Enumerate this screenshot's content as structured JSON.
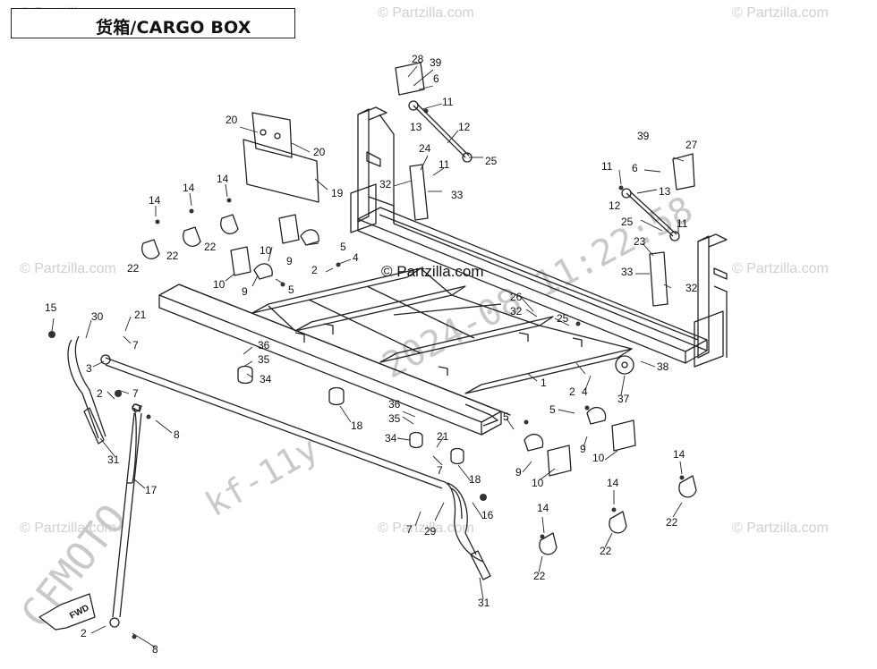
{
  "title": "货箱/CARGO BOX",
  "watermarks": {
    "site": "© Partzilla.com",
    "center": "© Partzilla.com",
    "brand": "CFMOTO",
    "code": "kf-11y",
    "timestamp": "2024-08 11:22:58"
  },
  "fwd_label": "FWD",
  "callouts": [
    {
      "id": "c1",
      "label": "28"
    },
    {
      "id": "c2",
      "label": "39"
    },
    {
      "id": "c3",
      "label": "6"
    },
    {
      "id": "c4",
      "label": "11"
    },
    {
      "id": "c5",
      "label": "13"
    },
    {
      "id": "c6",
      "label": "12"
    },
    {
      "id": "c7",
      "label": "24"
    },
    {
      "id": "c8",
      "label": "11"
    },
    {
      "id": "c9",
      "label": "25"
    },
    {
      "id": "c10",
      "label": "32"
    },
    {
      "id": "c11",
      "label": "33"
    },
    {
      "id": "c12",
      "label": "20"
    },
    {
      "id": "c13",
      "label": "20"
    },
    {
      "id": "c14",
      "label": "19"
    },
    {
      "id": "c15",
      "label": "14"
    },
    {
      "id": "c16",
      "label": "14"
    },
    {
      "id": "c17",
      "label": "14"
    },
    {
      "id": "c18",
      "label": "22"
    },
    {
      "id": "c19",
      "label": "22"
    },
    {
      "id": "c20",
      "label": "22"
    },
    {
      "id": "c21",
      "label": "10"
    },
    {
      "id": "c22",
      "label": "9"
    },
    {
      "id": "c23",
      "label": "5"
    },
    {
      "id": "c24",
      "label": "4"
    },
    {
      "id": "c25",
      "label": "2"
    },
    {
      "id": "c26",
      "label": "10"
    },
    {
      "id": "c27",
      "label": "9"
    },
    {
      "id": "c28",
      "label": "5"
    },
    {
      "id": "c29",
      "label": "39"
    },
    {
      "id": "c30",
      "label": "11"
    },
    {
      "id": "c31",
      "label": "6"
    },
    {
      "id": "c32",
      "label": "27"
    },
    {
      "id": "c33",
      "label": "13"
    },
    {
      "id": "c34",
      "label": "12"
    },
    {
      "id": "c35",
      "label": "25"
    },
    {
      "id": "c36",
      "label": "11"
    },
    {
      "id": "c37",
      "label": "23"
    },
    {
      "id": "c38",
      "label": "33"
    },
    {
      "id": "c39",
      "label": "32"
    },
    {
      "id": "c40",
      "label": "26"
    },
    {
      "id": "c41",
      "label": "32"
    },
    {
      "id": "c42",
      "label": "25"
    },
    {
      "id": "c43",
      "label": "15"
    },
    {
      "id": "c44",
      "label": "30"
    },
    {
      "id": "c45",
      "label": "21"
    },
    {
      "id": "c46",
      "label": "7"
    },
    {
      "id": "c47",
      "label": "3"
    },
    {
      "id": "c48",
      "label": "36"
    },
    {
      "id": "c49",
      "label": "35"
    },
    {
      "id": "c50",
      "label": "34"
    },
    {
      "id": "c51",
      "label": "2"
    },
    {
      "id": "c52",
      "label": "7"
    },
    {
      "id": "c53",
      "label": "8"
    },
    {
      "id": "c54",
      "label": "31"
    },
    {
      "id": "c55",
      "label": "17"
    },
    {
      "id": "c56",
      "label": "18"
    },
    {
      "id": "c57",
      "label": "1"
    },
    {
      "id": "c58",
      "label": "2"
    },
    {
      "id": "c59",
      "label": "4"
    },
    {
      "id": "c60",
      "label": "37"
    },
    {
      "id": "c61",
      "label": "38"
    },
    {
      "id": "c62",
      "label": "36"
    },
    {
      "id": "c63",
      "label": "35"
    },
    {
      "id": "c64",
      "label": "34"
    },
    {
      "id": "c65",
      "label": "21"
    },
    {
      "id": "c66",
      "label": "5"
    },
    {
      "id": "c67",
      "label": "9"
    },
    {
      "id": "c68",
      "label": "10"
    },
    {
      "id": "c69",
      "label": "5"
    },
    {
      "id": "c70",
      "label": "9"
    },
    {
      "id": "c71",
      "label": "10"
    },
    {
      "id": "c72",
      "label": "14"
    },
    {
      "id": "c73",
      "label": "22"
    },
    {
      "id": "c74",
      "label": "18"
    },
    {
      "id": "c75",
      "label": "7"
    },
    {
      "id": "c76",
      "label": "16"
    },
    {
      "id": "c77",
      "label": "7"
    },
    {
      "id": "c78",
      "label": "29"
    },
    {
      "id": "c79",
      "label": "14"
    },
    {
      "id": "c80",
      "label": "22"
    },
    {
      "id": "c81",
      "label": "14"
    },
    {
      "id": "c82",
      "label": "22"
    },
    {
      "id": "c83",
      "label": "31"
    },
    {
      "id": "c84",
      "label": "2"
    },
    {
      "id": "c85",
      "label": "8"
    }
  ]
}
